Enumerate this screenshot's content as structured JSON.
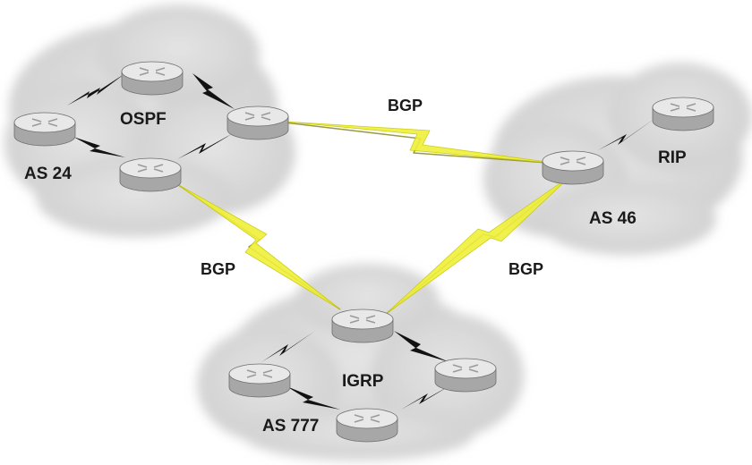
{
  "diagram": {
    "colors": {
      "cloud": "#d9d9d9",
      "router_top": "#e8e8e8",
      "router_side": "#a7a7a7",
      "serial_link": "#111111",
      "bgp_link": "#f0f03a",
      "text": "#1a1a1a"
    },
    "autonomous_systems": [
      {
        "label": "AS 24",
        "protocol": "OSPF"
      },
      {
        "label": "AS 46",
        "protocol": "RIP"
      },
      {
        "label": "AS 777",
        "protocol": "IGRP"
      }
    ],
    "inter_as_links": [
      {
        "label": "BGP",
        "from": "AS 24",
        "to": "AS 46"
      },
      {
        "label": "BGP",
        "from": "AS 24",
        "to": "AS 777"
      },
      {
        "label": "BGP",
        "from": "AS 46",
        "to": "AS 777"
      }
    ],
    "router_icon": "router-icon"
  }
}
